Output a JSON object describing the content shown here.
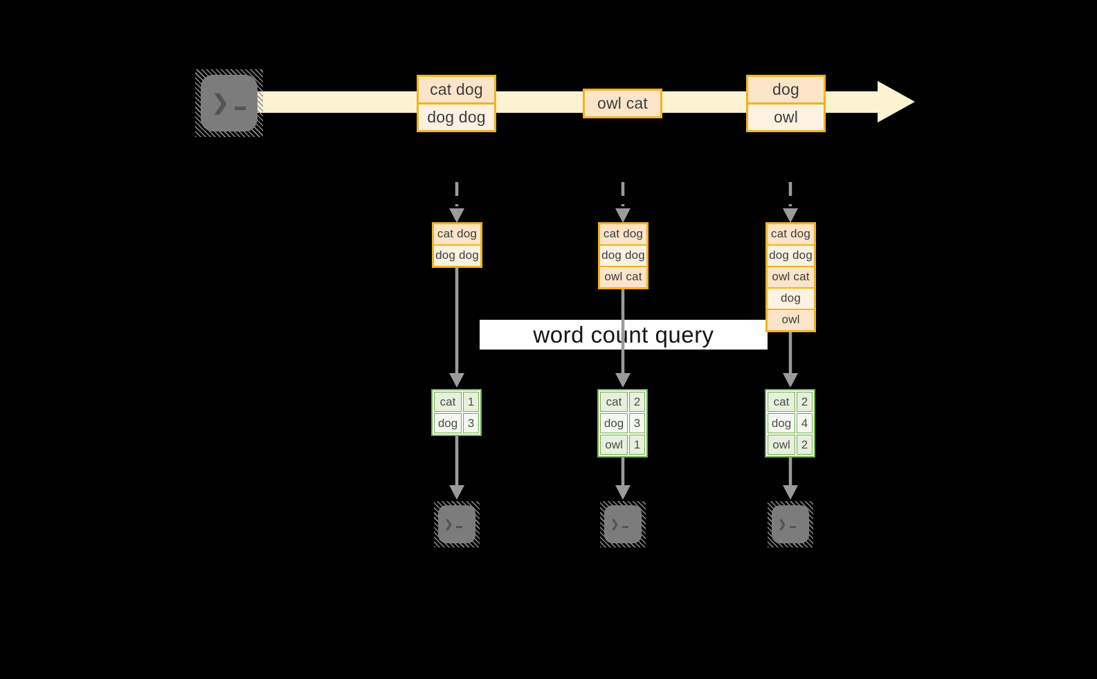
{
  "label": {
    "text": "word count query"
  },
  "stream": {
    "batches": [
      {
        "items": [
          "cat dog",
          "dog dog"
        ]
      },
      {
        "items": [
          "owl cat"
        ]
      },
      {
        "items": [
          "dog",
          "owl"
        ]
      }
    ]
  },
  "columns": [
    {
      "input_rows": [
        "cat dog",
        "dog dog"
      ],
      "counts": [
        {
          "word": "cat",
          "count": "1"
        },
        {
          "word": "dog",
          "count": "3"
        }
      ]
    },
    {
      "input_rows": [
        "cat dog",
        "dog dog",
        "owl cat"
      ],
      "counts": [
        {
          "word": "cat",
          "count": "2"
        },
        {
          "word": "dog",
          "count": "3"
        },
        {
          "word": "owl",
          "count": "1"
        }
      ]
    },
    {
      "input_rows": [
        "cat dog",
        "dog dog",
        "owl cat",
        "dog",
        "owl"
      ],
      "counts": [
        {
          "word": "cat",
          "count": "2"
        },
        {
          "word": "dog",
          "count": "4"
        },
        {
          "word": "owl",
          "count": "2"
        }
      ]
    }
  ],
  "icons": {
    "source": "terminal-icon",
    "sinks": [
      "terminal-icon",
      "terminal-icon",
      "terminal-icon"
    ],
    "prompt_chevron": "❯"
  },
  "colors": {
    "background": "#000000",
    "stream_fill": "#fdf3d2",
    "amber_border": "#f1b31c",
    "peach_fill": "#fbe4c8",
    "cream_fill": "#fdf2e2",
    "green_border": "#6fae49",
    "green_cell_dark": "#e7efdd",
    "green_cell_light": "#f4f8f0",
    "arrow_gray": "#9b9b9b",
    "terminal_gray": "#7c7c7c",
    "label_bg": "#ffffff"
  }
}
